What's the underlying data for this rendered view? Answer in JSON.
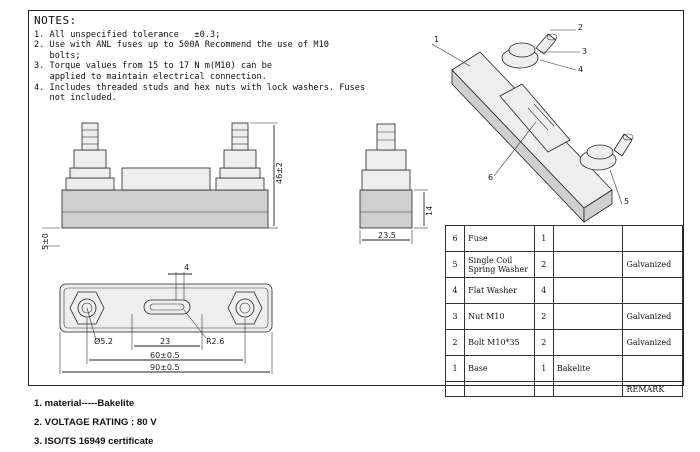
{
  "notes": {
    "title": "NOTES:",
    "items": [
      "1. All unspecified tolerance   ±0.3;",
      "2. Use with ANL fuses up to 500A Recommend the use of M10",
      "   bolts;",
      "3. Torque values from 15 to 17 N m(M10) can be",
      "   applied to maintain electrical connection.",
      "4. Includes threaded studs and hex nuts with lock washers. Fuses",
      "   not included."
    ]
  },
  "front_view": {
    "height_dim": "46±2",
    "base_dim": "5±0"
  },
  "side_view": {
    "width_dim": "23.5",
    "height_dim": "14"
  },
  "top_view": {
    "slot_dim": "4",
    "center_dim": "23",
    "hole_dim": "Ø5.2",
    "radius_dim": "R2.6",
    "pitch_dim": "60±0.5",
    "length_dim": "90±0.5"
  },
  "iso_view": {
    "callouts": [
      "1",
      "2",
      "3",
      "4",
      "5",
      "6"
    ]
  },
  "bom": {
    "rows": [
      {
        "no": "6",
        "name": "Fuse",
        "qty": "1",
        "material": "",
        "remark": ""
      },
      {
        "no": "5",
        "name": "Single Coil Spring Washer",
        "qty": "2",
        "material": "",
        "remark": "Galvanized"
      },
      {
        "no": "4",
        "name": "Flat Washer",
        "qty": "4",
        "material": "",
        "remark": ""
      },
      {
        "no": "3",
        "name": "Nut M10",
        "qty": "2",
        "material": "",
        "remark": "Galvanized"
      },
      {
        "no": "2",
        "name": "Bolt M10*35",
        "qty": "2",
        "material": "",
        "remark": "Galvanized"
      },
      {
        "no": "1",
        "name": "Base",
        "qty": "1",
        "material": "Bakelite",
        "remark": ""
      }
    ],
    "remark_header": "REMARK"
  },
  "specs": [
    "1.  material-----Bakelite",
    "2.  VOLTAGE RATING : 80 V",
    "3.  ISO/TS 16949 certificate"
  ]
}
